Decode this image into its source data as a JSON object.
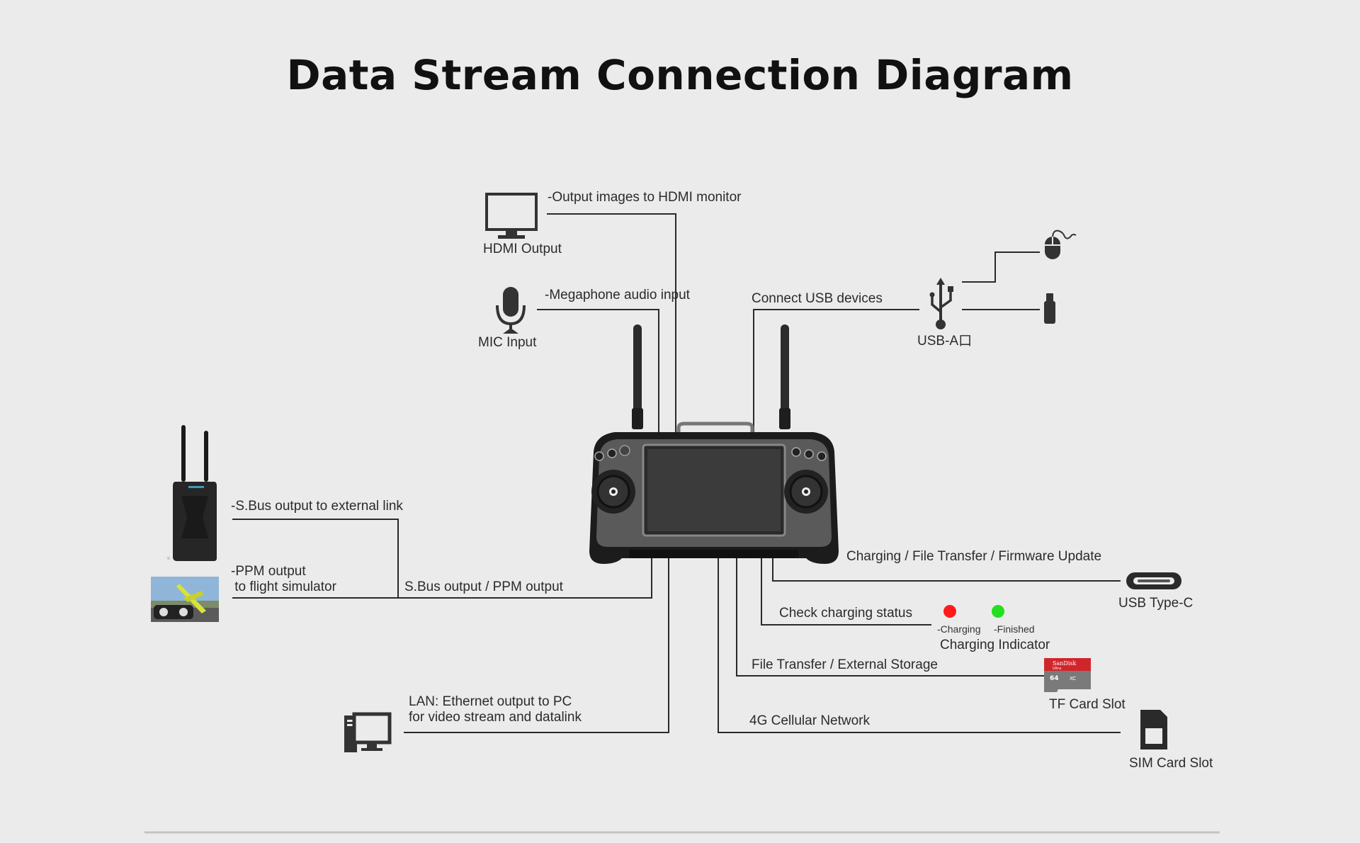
{
  "title": "Data Stream Connection Diagram",
  "labels": {
    "hdmi_desc": "-Output images to HDMI monitor",
    "hdmi_name": "HDMI Output",
    "mic_desc": "-Megaphone audio input",
    "mic_name": "MIC Input",
    "usb_desc": "Connect USB devices",
    "usb_name": "USB-A口",
    "sbus_desc": "-S.Bus output to external link",
    "ppm_desc": "-PPM output\n to flight simulator",
    "sbus_ppm": "S.Bus output / PPM output",
    "charging_desc": "Charging / File Transfer / Firmware Update",
    "usbc_name": "USB Type-C",
    "check_charging": "Check charging status",
    "charging": "-Charging",
    "finished": "-Finished",
    "charging_indicator": "Charging Indicator",
    "file_transfer": "File Transfer / External Storage",
    "tf_name": "TF Card Slot",
    "lan_desc": "LAN: Ethernet output to PC\nfor video stream and datalink",
    "cellular": "4G Cellular Network",
    "sim_name": "SIM Card Slot"
  },
  "colors": {
    "charging_led": "#ff1a1a",
    "finished_led": "#22e01f",
    "line": "#2a2a2a",
    "background": "#ebebeb"
  },
  "icons": [
    "monitor-icon",
    "microphone-icon",
    "usb-icon",
    "mouse-icon",
    "usb-stick-icon",
    "desktop-pc-icon",
    "usb-c-port-icon",
    "sim-card-icon",
    "tf-card-icon"
  ]
}
